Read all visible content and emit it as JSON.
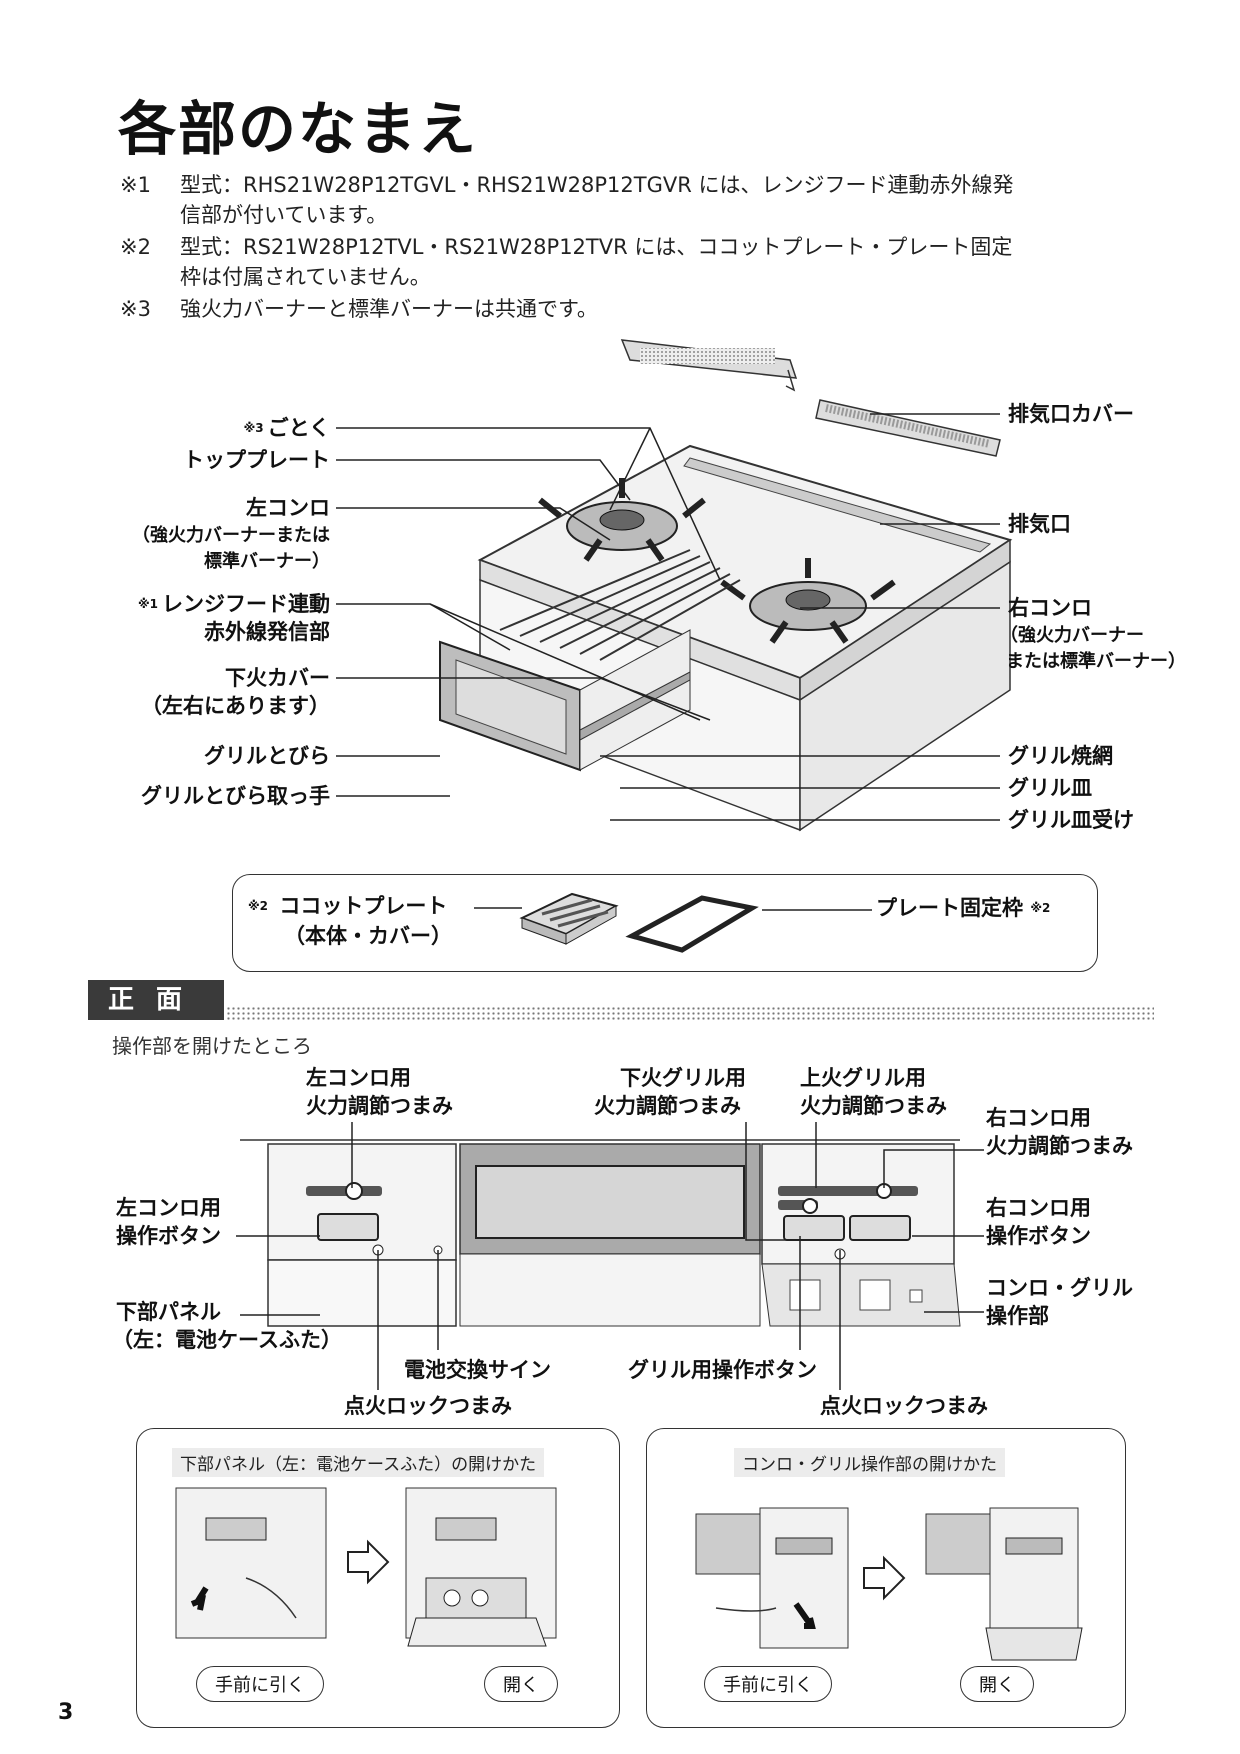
{
  "title": "各部のなまえ",
  "notes": [
    {
      "mark": "※1",
      "line1": "型式：RHS21W28P12TGVL・RHS21W28P12TGVR には、レンジフード連動赤外線発",
      "line2": "信部が付いています。"
    },
    {
      "mark": "※2",
      "line1": "型式：RS21W28P12TVL・RS21W28P12TVR には、ココットプレート・プレート固定",
      "line2": "枠は付属されていません。"
    },
    {
      "mark": "※3",
      "line1": "強火力バーナーと標準バーナーは共通です。",
      "line2": ""
    }
  ],
  "top_labels": {
    "gotoku_mark": "※3",
    "gotoku": "ごとく",
    "top_plate": "トッププレート",
    "left_konro": "左コンロ",
    "left_konro_sub1": "（強火力バーナーまたは",
    "left_konro_sub2": "標準バーナー）",
    "rangehood_mark": "※1",
    "rangehood_1": "レンジフード連動",
    "rangehood_2": "赤外線発信部",
    "shitabi_cover": "下火カバー",
    "shitabi_cover_sub": "（左右にあります）",
    "grill_door": "グリルとびら",
    "grill_door_handle": "グリルとびら取っ手",
    "exhaust_cover": "排気口カバー",
    "exhaust": "排気口",
    "right_konro": "右コンロ",
    "right_konro_sub1": "（強火力バーナー",
    "right_konro_sub2": "または標準バーナー）",
    "grill_net": "グリル焼網",
    "grill_dish": "グリル皿",
    "grill_dish_holder": "グリル皿受け"
  },
  "accessories": {
    "cocotte_mark": "※2",
    "cocotte": "ココットプレート",
    "cocotte_sub": "（本体・カバー）",
    "frame": "プレート固定枠",
    "frame_mark": "※2"
  },
  "front": {
    "section_title": "正面",
    "subtitle": "操作部を開けたところ",
    "left_knob_1": "左コンロ用",
    "left_knob_2": "火力調節つまみ",
    "lower_grill_knob_1": "下火グリル用",
    "lower_grill_knob_2": "火力調節つまみ",
    "upper_grill_knob_1": "上火グリル用",
    "upper_grill_knob_2": "火力調節つまみ",
    "right_knob_1": "右コンロ用",
    "right_knob_2": "火力調節つまみ",
    "left_button_1": "左コンロ用",
    "left_button_2": "操作ボタン",
    "right_button_1": "右コンロ用",
    "right_button_2": "操作ボタン",
    "lower_panel_1": "下部パネル",
    "lower_panel_2": "（左：電池ケースふた）",
    "control_unit_1": "コンロ・グリル",
    "control_unit_2": "操作部",
    "battery_sign": "電池交換サイン",
    "lock_knob_left": "点火ロックつまみ",
    "grill_button": "グリル用操作ボタン",
    "lock_knob_right": "点火ロックつまみ"
  },
  "how_to": [
    {
      "caption": "下部パネル（左：電池ケースふた）の開けかた",
      "step1": "手前に引く",
      "step2": "開く"
    },
    {
      "caption": "コンロ・グリル操作部の開けかた",
      "step1": "手前に引く",
      "step2": "開く"
    }
  ],
  "page_number": "3"
}
